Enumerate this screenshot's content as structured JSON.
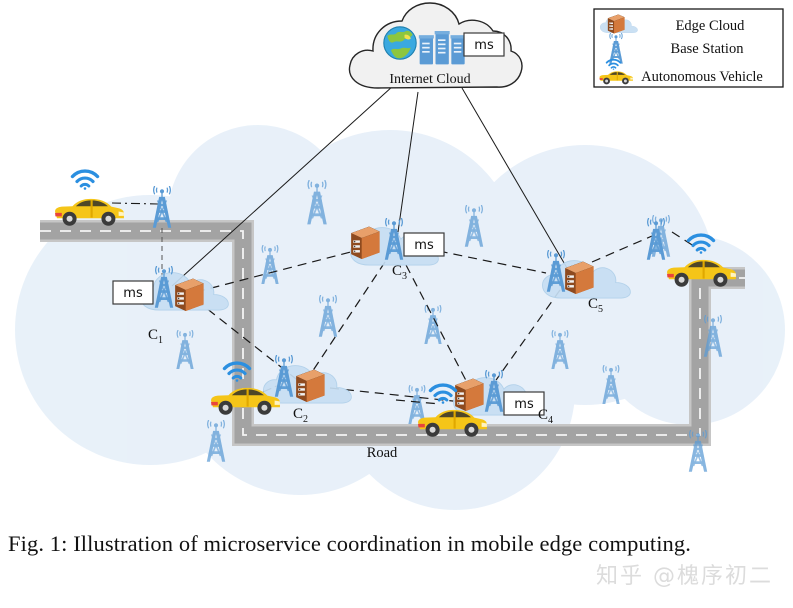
{
  "figure": {
    "internet_cloud": {
      "label": "Internet Cloud",
      "ms_badge": "ms",
      "icons": [
        "globe-icon",
        "server-rack-icon"
      ]
    },
    "road_label": "Road",
    "edge_nodes": [
      {
        "id": "c1",
        "label": "C",
        "subscript": "1",
        "ms_badge": "ms",
        "has_ms": true,
        "ms_side": "left"
      },
      {
        "id": "c2",
        "label": "C",
        "subscript": "2",
        "ms_badge": "",
        "has_ms": false,
        "ms_side": ""
      },
      {
        "id": "c3",
        "label": "C",
        "subscript": "3",
        "ms_badge": "ms",
        "has_ms": true,
        "ms_side": "right"
      },
      {
        "id": "c4",
        "label": "C",
        "subscript": "4",
        "ms_badge": "ms",
        "has_ms": true,
        "ms_side": "right"
      },
      {
        "id": "c5",
        "label": "C",
        "subscript": "5",
        "ms_badge": "",
        "has_ms": false,
        "ms_side": ""
      }
    ],
    "legend": {
      "items": [
        {
          "icon": "edge-cloud-icon",
          "label": "Edge Cloud"
        },
        {
          "icon": "base-station-icon",
          "label": "Base Station"
        },
        {
          "icon": "autonomous-vehicle-icon",
          "label": "Autonomous Vehicle"
        }
      ]
    },
    "colors": {
      "coverage_circle": "#e6eff8",
      "road": "#a6a6a6",
      "road_edge": "#c9c9c9",
      "lane_marking": "#ffffff",
      "tower": "#5b9bd5",
      "cloud_fill": "#cfe2f3",
      "server_box": "#c0642a",
      "car_body": "#f5c518",
      "wifi": "#2b8fe0",
      "link_solid": "#1a1a1a",
      "link_dashed": "#1a1a1a",
      "internet_cloud_fill": "#f0f0f0"
    },
    "link_styles": {
      "backbone": "solid",
      "inter_edge": "dashed",
      "vehicle_access": "dash-dot"
    }
  },
  "caption": {
    "text": "Fig. 1: Illustration of microservice coordination in mobile edge computing."
  },
  "watermark": {
    "text": "知乎 @槐序初二"
  }
}
